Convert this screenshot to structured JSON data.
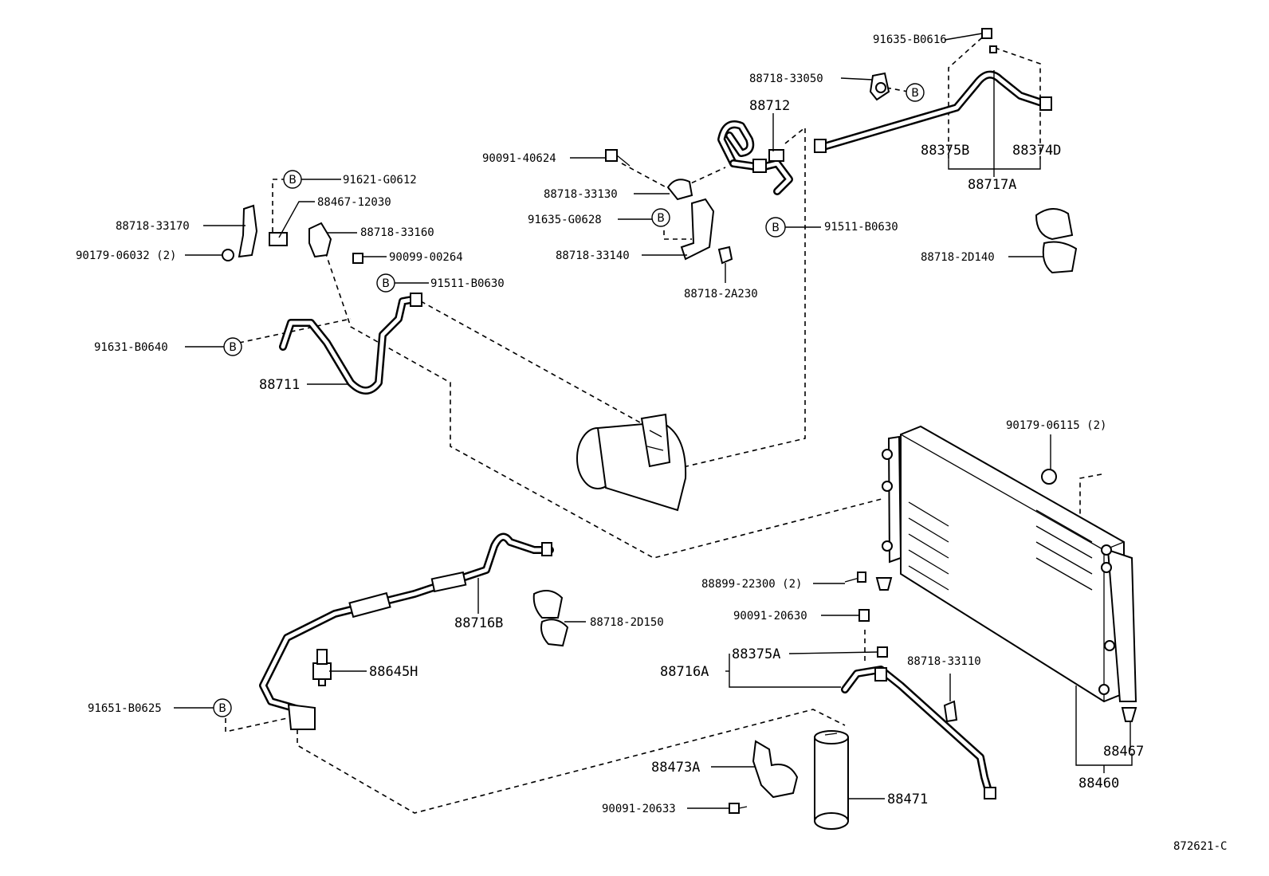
{
  "diagram_code": "872621-C",
  "b_marker": "B",
  "callouts": {
    "p91635_B0616": "91635-B0616",
    "p88718_33050": "88718-33050",
    "p88712": "88712",
    "p88375B": "88375B",
    "p88374D": "88374D",
    "p88717A": "88717A",
    "p90091_40624": "90091-40624",
    "p88718_33130": "88718-33130",
    "p91635_G0628": "91635-G0628",
    "p91511_B0630_a": "91511-B0630",
    "p88718_33140": "88718-33140",
    "p88718_2A230": "88718-2A230",
    "p88718_2D140": "88718-2D140",
    "p91621_G0612": "91621-G0612",
    "p88467_12030": "88467-12030",
    "p88718_33170": "88718-33170",
    "p88718_33160": "88718-33160",
    "p90179_06032": "90179-06032 (2)",
    "p90099_00264": "90099-00264",
    "p91511_B0630_b": "91511-B0630",
    "p91631_B0640": "91631-B0640",
    "p88711": "88711",
    "p90179_06115": "90179-06115 (2)",
    "p88899_22300": "88899-22300 (2)",
    "p90091_20630": "90091-20630",
    "p88716B": "88716B",
    "p88718_2D150": "88718-2D150",
    "p88645H": "88645H",
    "p91651_B0625": "91651-B0625",
    "p88375A": "88375A",
    "p88716A": "88716A",
    "p88718_33110": "88718-33110",
    "p88467": "88467",
    "p88460": "88460",
    "p88473A": "88473A",
    "p88471": "88471",
    "p90091_20633": "90091-20633"
  }
}
